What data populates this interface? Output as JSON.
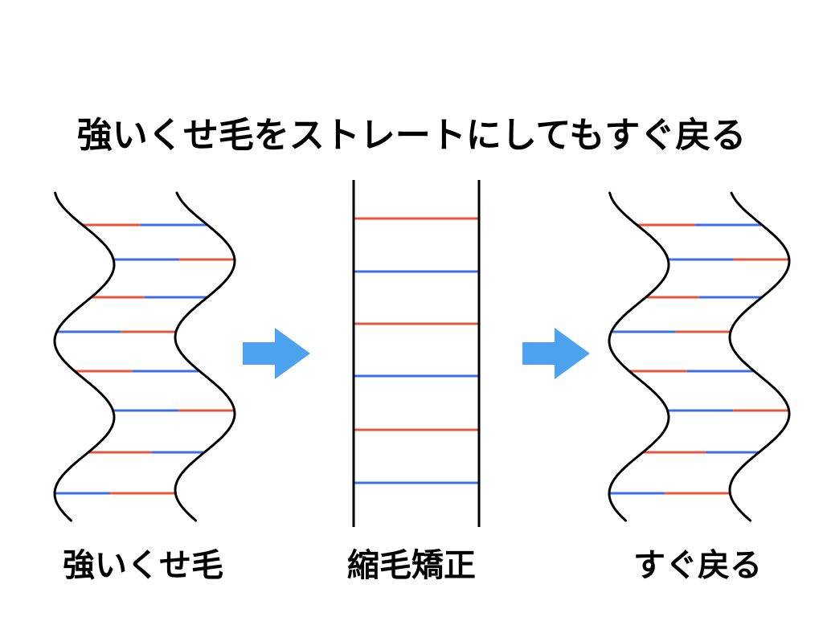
{
  "title": "強いくせ毛をストレートにしてもすぐ戻る",
  "panels": [
    {
      "label": "強いくせ毛",
      "shape": "wavy"
    },
    {
      "label": "縮毛矯正",
      "shape": "straight"
    },
    {
      "label": "すぐ戻る",
      "shape": "wavy"
    }
  ],
  "colors": {
    "red": "#e8553b",
    "blue": "#3b6ee8",
    "arrow": "#4da3f0",
    "strand": "#000000"
  },
  "icons": [
    "arrow-right-icon",
    "arrow-right-icon"
  ]
}
